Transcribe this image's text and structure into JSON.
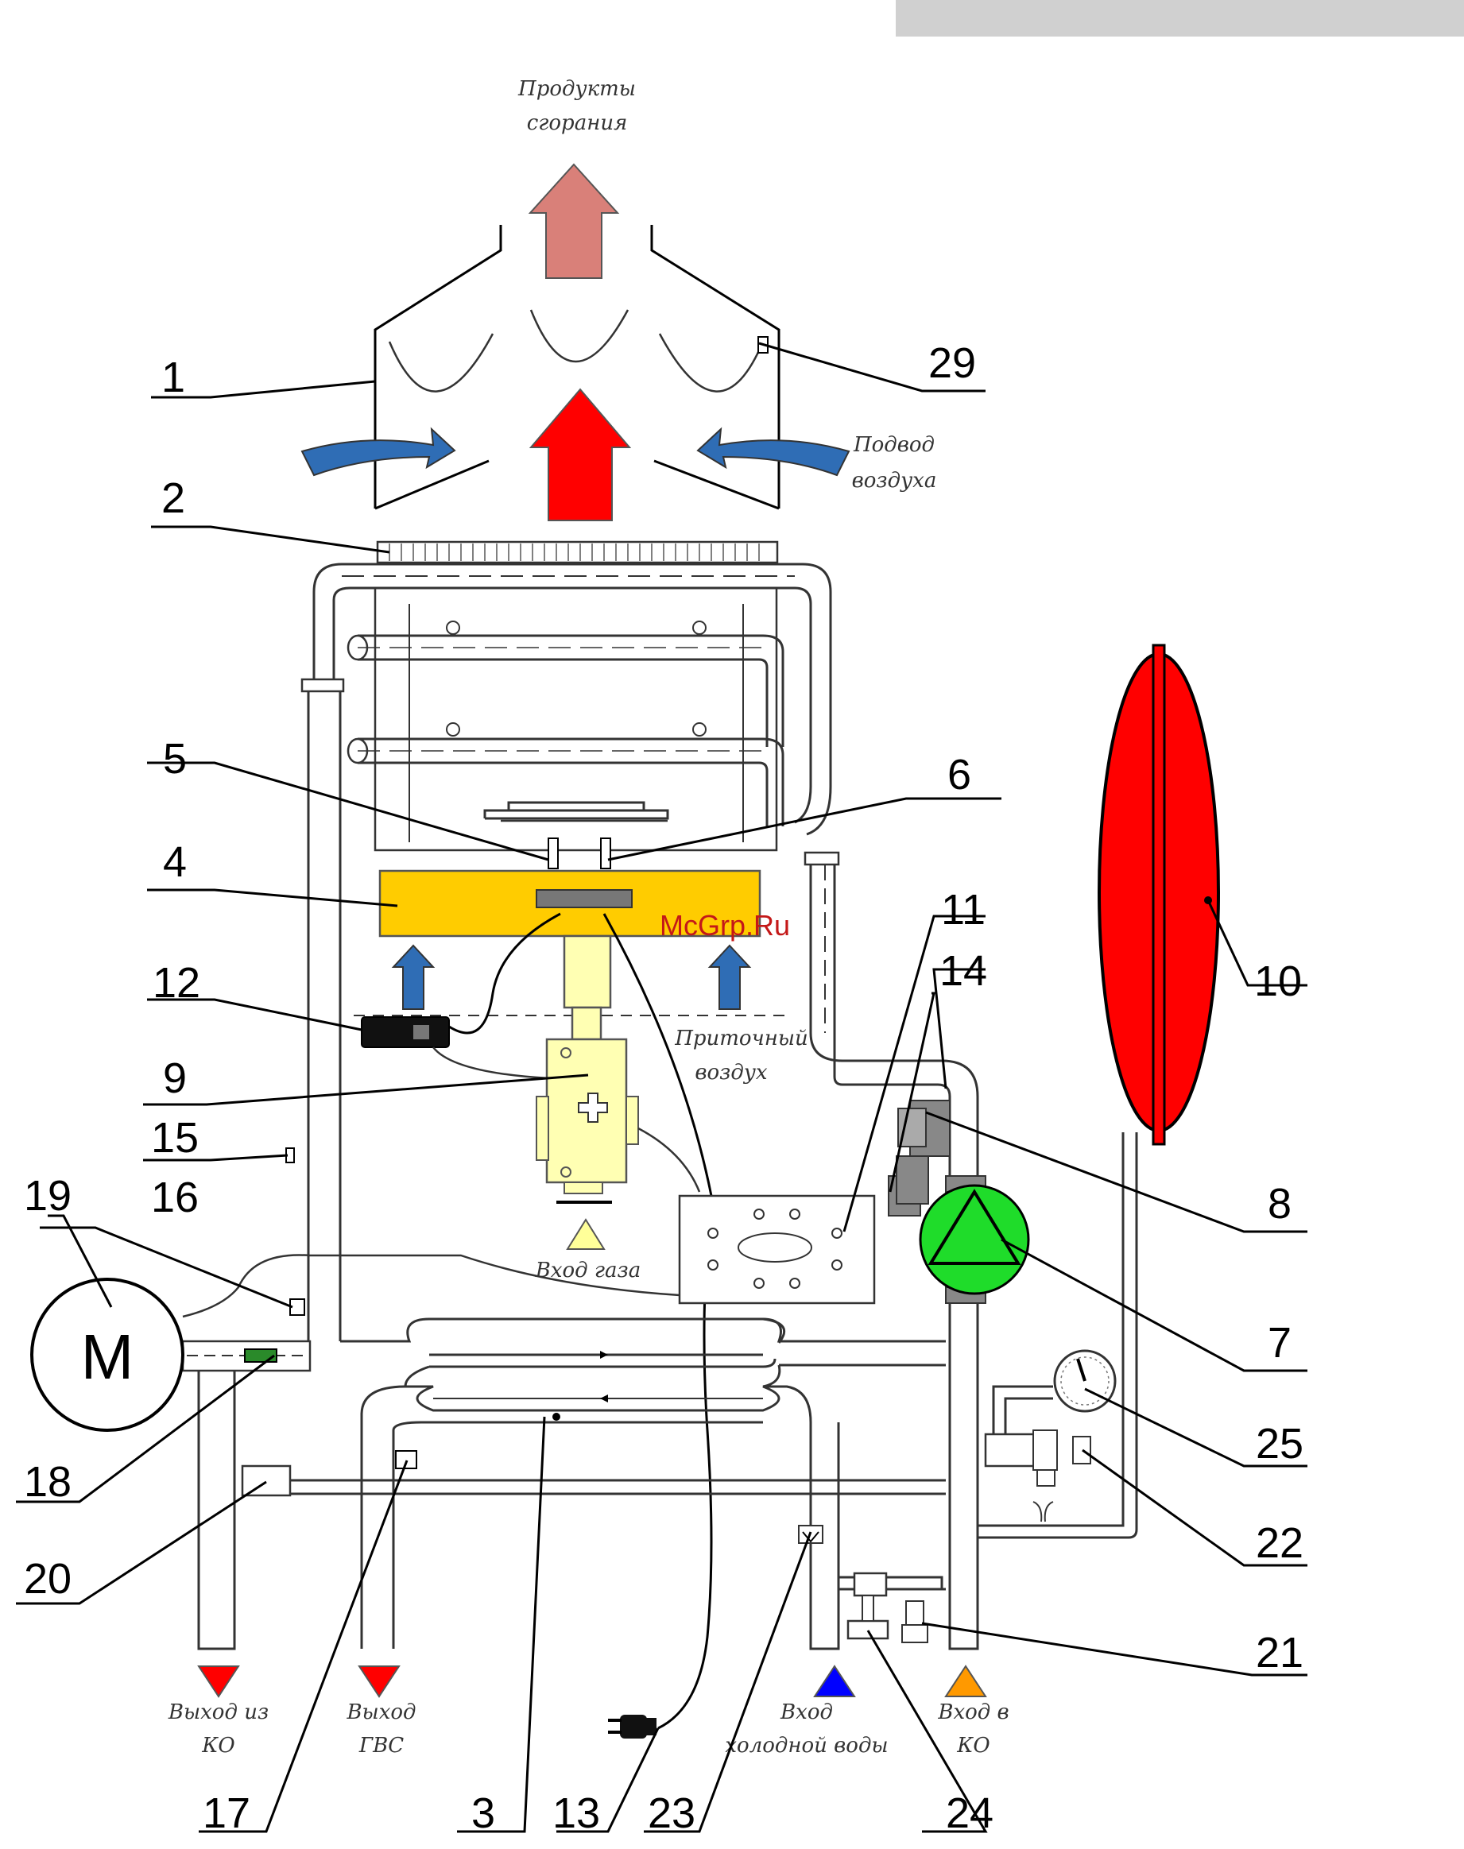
{
  "watermark": "McGrp.Ru",
  "motor_symbol": "M",
  "captions": {
    "flue_gas": [
      "Продукты",
      "сгорания"
    ],
    "air_supply": [
      "Подвод",
      "воздуха"
    ],
    "supply_air": [
      "Приточный",
      "воздух"
    ],
    "gas_inlet": "Вход газа",
    "heating_outlet": [
      "Выход из",
      "КО"
    ],
    "dhw_outlet": [
      "Выход",
      "ГВС"
    ],
    "cold_water_inlet": [
      "Вход",
      "холодной воды"
    ],
    "heating_inlet": [
      "Вход в",
      "КО"
    ]
  },
  "callouts": [
    "1",
    "2",
    "3",
    "4",
    "5",
    "6",
    "7",
    "8",
    "9",
    "10",
    "11",
    "12",
    "13",
    "14",
    "15",
    "16",
    "17",
    "18",
    "19",
    "20",
    "21",
    "22",
    "23",
    "24",
    "25",
    "29"
  ],
  "colors": {
    "flue_arrow": "#d98079",
    "flame_arrow": "#ff0000",
    "air_arrow": "#2f6db5",
    "burner": "#ffcc00",
    "gas_valve": "#ffffb3",
    "pump": "#1fdc2a",
    "expansion_tank": "#ff0000",
    "hot_marker": "#ff0000",
    "cold_marker": "#0000ff",
    "return_marker": "#ff9900",
    "gas_marker": "#ffff99",
    "header_bar": "#d0d0d0"
  },
  "icons": [
    "plug-icon",
    "pressure-gauge-icon",
    "motor-icon",
    "pump-icon"
  ]
}
